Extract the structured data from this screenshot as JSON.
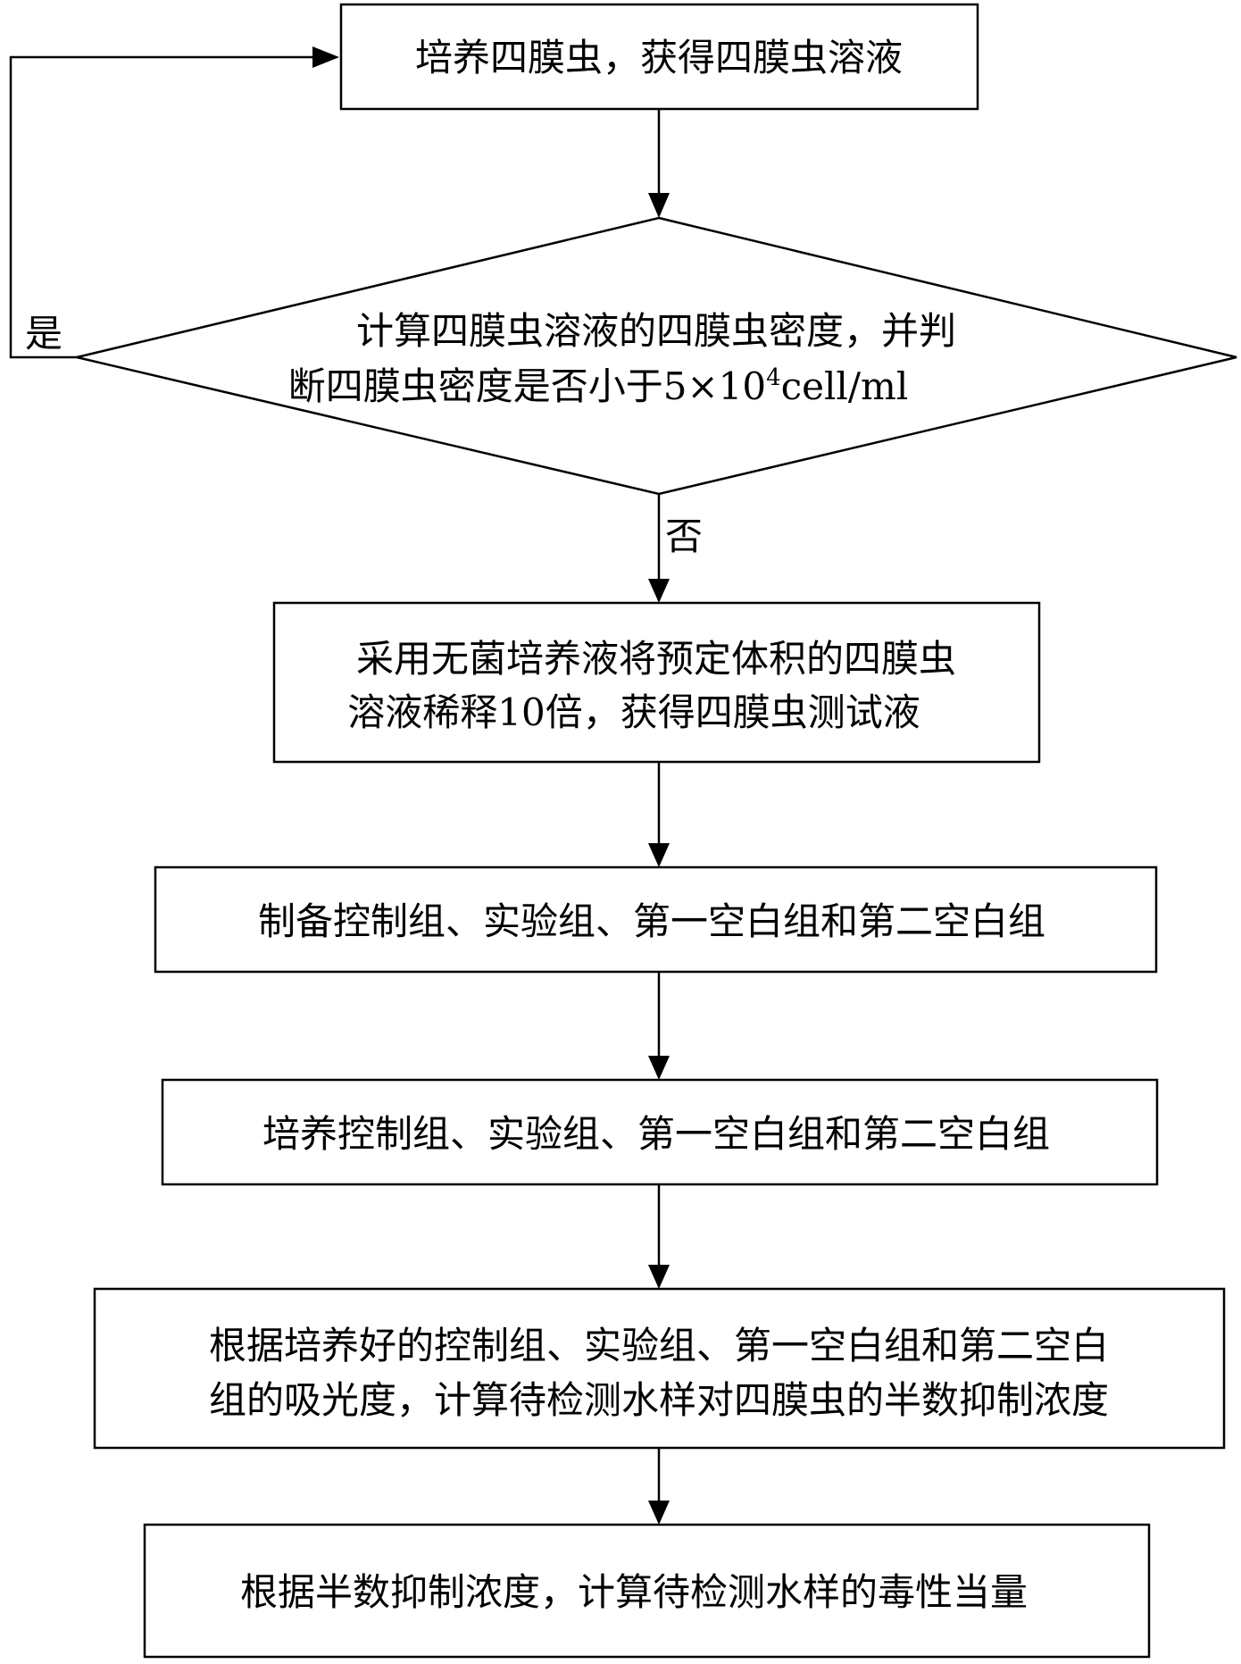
{
  "flowchart": {
    "step1": "培养四膜虫，获得四膜虫溶液",
    "decision": {
      "line1": "计算四膜虫溶液的四膜虫密度，并判",
      "line2_prefix": "断四膜虫密度是否小于5×10",
      "line2_superscript": "4",
      "line2_suffix": "cell/ml"
    },
    "yes_label": "是",
    "no_label": "否",
    "step2": {
      "line1": "采用无菌培养液将预定体积的四膜虫",
      "line2": "溶液稀释10倍，获得四膜虫测试液"
    },
    "step3": "制备控制组、实验组、第一空白组和第二空白组",
    "step4": "培养控制组、实验组、第一空白组和第二空白组",
    "step5": {
      "line1": "根据培养好的控制组、实验组、第一空白组和第二空白",
      "line2": "组的吸光度，计算待检测水样对四膜虫的半数抑制浓度"
    },
    "step6": "根据半数抑制浓度，计算待检测水样的毒性当量"
  }
}
